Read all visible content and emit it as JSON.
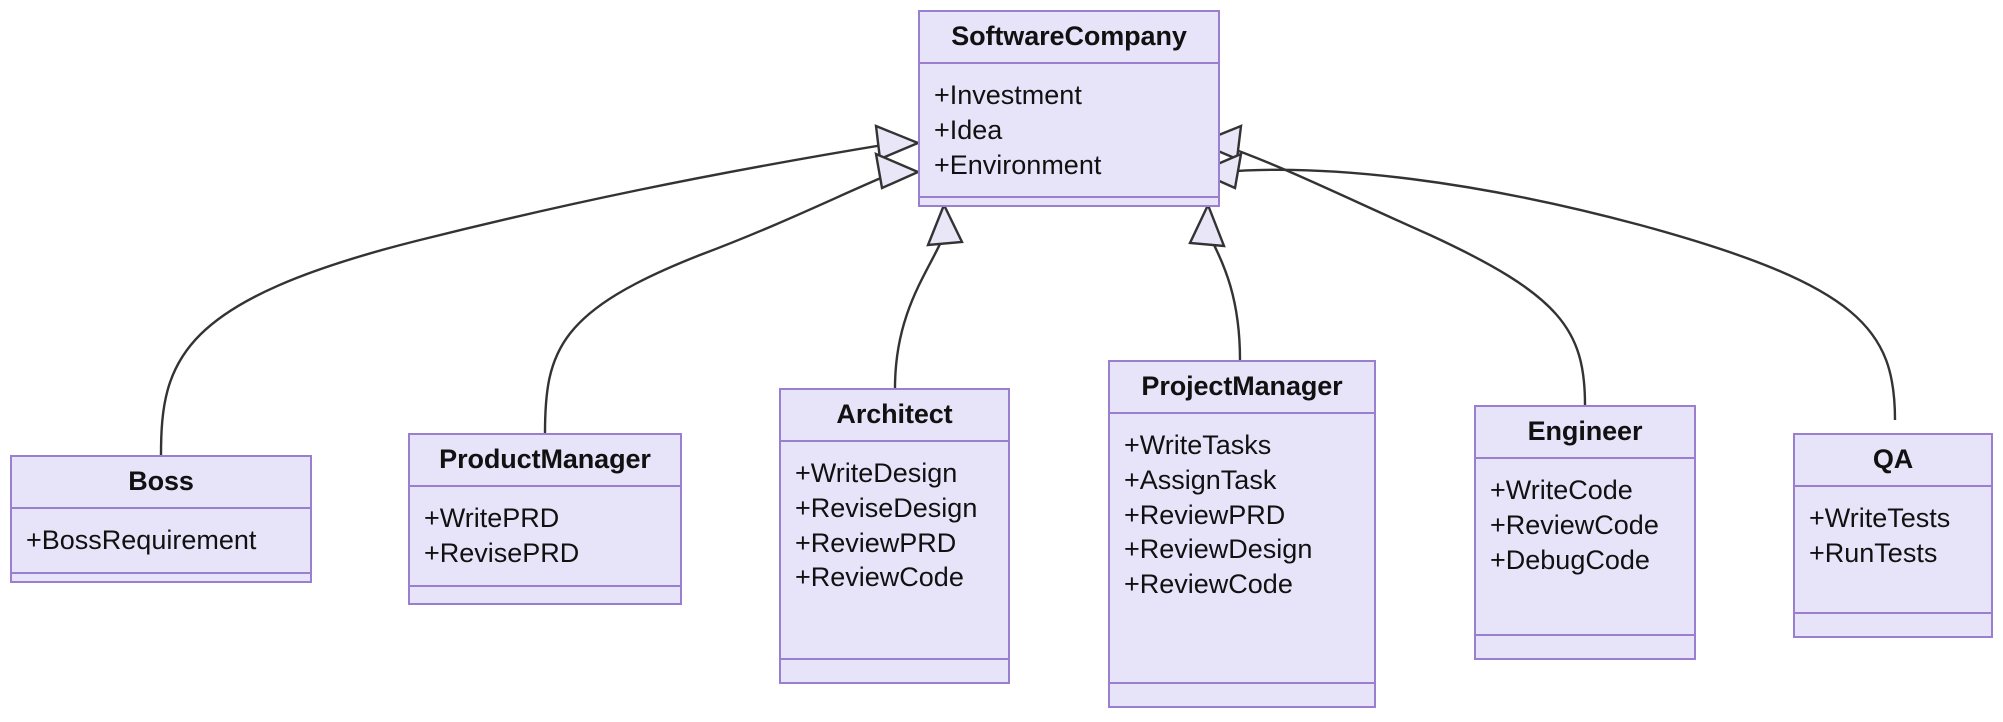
{
  "diagram": {
    "type": "uml-class-diagram",
    "title": "",
    "background_color": "#ffffff",
    "class_fill_color": "#e7e4f9",
    "class_border_color": "#9a7fd1",
    "edge_color": "#333333",
    "relation_type": "generalization",
    "classes": [
      {
        "id": "softwarecompany",
        "name": "SoftwareCompany",
        "attributes": [
          "+Investment",
          "+Idea",
          "+Environment"
        ],
        "methods": []
      },
      {
        "id": "boss",
        "name": "Boss",
        "attributes": [
          "+BossRequirement"
        ],
        "methods": []
      },
      {
        "id": "productmanager",
        "name": "ProductManager",
        "attributes": [
          "+WritePRD",
          "+RevisePRD"
        ],
        "methods": []
      },
      {
        "id": "architect",
        "name": "Architect",
        "attributes": [
          "+WriteDesign",
          "+ReviseDesign",
          "+ReviewPRD",
          "+ReviewCode"
        ],
        "methods": []
      },
      {
        "id": "projectmanager",
        "name": "ProjectManager",
        "attributes": [
          "+WriteTasks",
          "+AssignTask",
          "+ReviewPRD",
          "+ReviewDesign",
          "+ReviewCode"
        ],
        "methods": []
      },
      {
        "id": "engineer",
        "name": "Engineer",
        "attributes": [
          "+WriteCode",
          "+ReviewCode",
          "+DebugCode"
        ],
        "methods": []
      },
      {
        "id": "qa",
        "name": "QA",
        "attributes": [
          "+WriteTests",
          "+RunTests"
        ],
        "methods": []
      }
    ],
    "relations": [
      {
        "from": "boss",
        "to": "softwarecompany",
        "kind": "generalization"
      },
      {
        "from": "productmanager",
        "to": "softwarecompany",
        "kind": "generalization"
      },
      {
        "from": "architect",
        "to": "softwarecompany",
        "kind": "generalization"
      },
      {
        "from": "projectmanager",
        "to": "softwarecompany",
        "kind": "generalization"
      },
      {
        "from": "engineer",
        "to": "softwarecompany",
        "kind": "generalization"
      },
      {
        "from": "qa",
        "to": "softwarecompany",
        "kind": "generalization"
      }
    ]
  }
}
